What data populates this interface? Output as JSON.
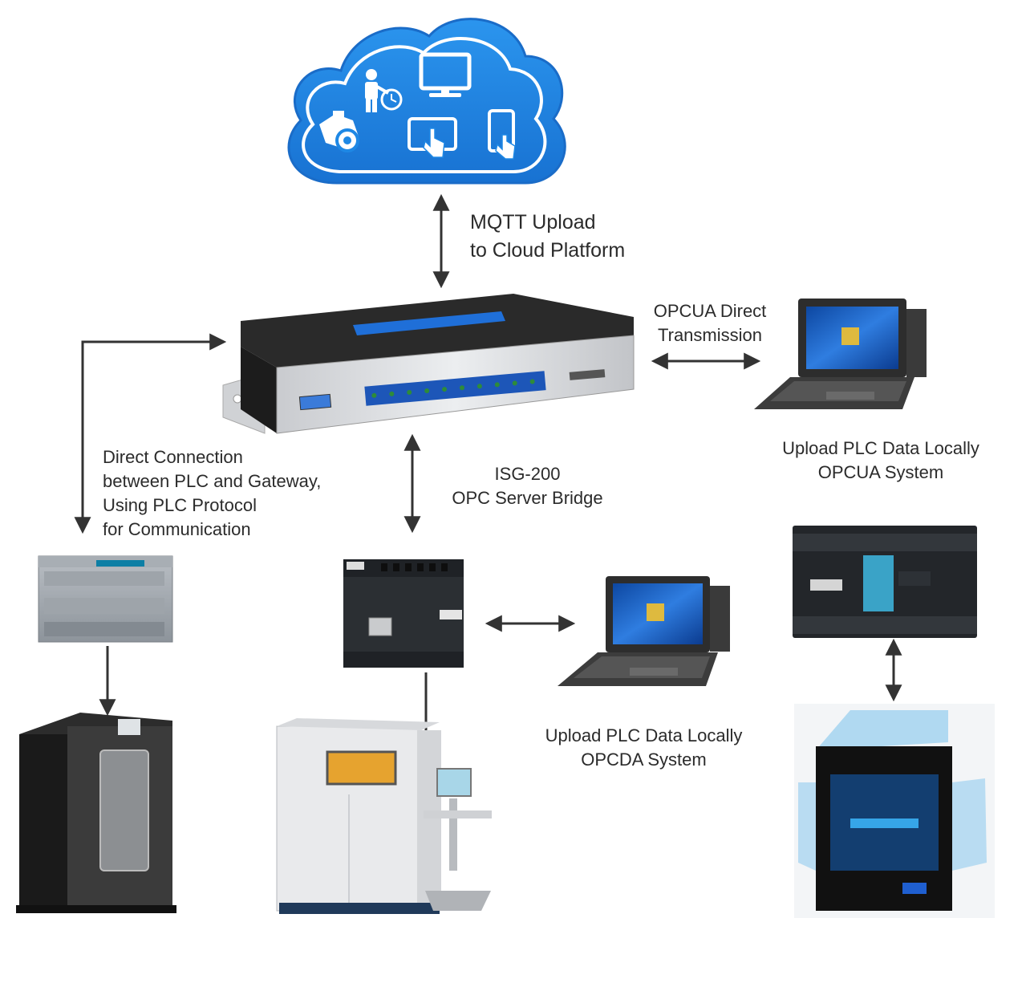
{
  "labels": {
    "mqtt": [
      "MQTT Upload",
      "to Cloud Platform"
    ],
    "opcua_direct": [
      "OPCUA Direct",
      "Transmission"
    ],
    "opcua_system": [
      "Upload PLC Data Locally",
      "OPCUA System"
    ],
    "direct_connection": [
      "Direct Connection",
      "between PLC and Gateway,",
      "Using PLC Protocol",
      "for Communication"
    ],
    "isg": [
      "ISG-200",
      "OPC Server Bridge"
    ],
    "opcda_system": [
      "Upload PLC Data Locally",
      "OPCDA System"
    ]
  },
  "colors": {
    "cloud": "#1e88e5",
    "arrow": "#333333",
    "gateway_top": "#2a2a2a",
    "gateway_front": "#d9dadc",
    "port_blue": "#1d56b8",
    "screen_blue": "#1f5fd0"
  },
  "icons": [
    "cloud-icon",
    "person-clock-icon",
    "monitor-icon",
    "camera-icon",
    "tablet-touch-icon",
    "phone-touch-icon"
  ]
}
